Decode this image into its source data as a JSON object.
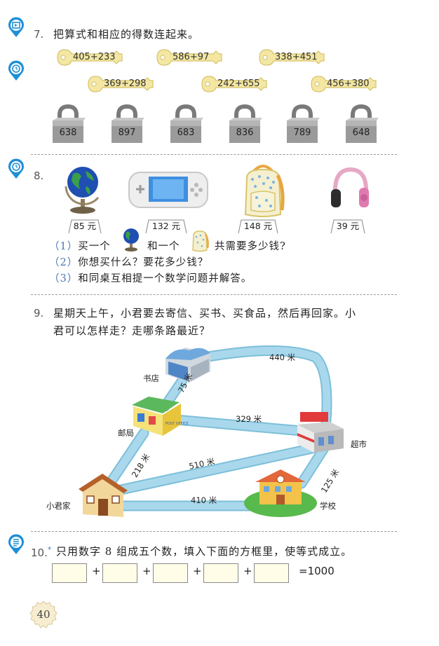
{
  "q7": {
    "number": "7.",
    "text": "把算式和相应的得数连起来。",
    "keys": [
      "405+233",
      "586+97",
      "338+451",
      "369+298",
      "242+655",
      "456+380"
    ],
    "locks": [
      "638",
      "897",
      "683",
      "836",
      "789",
      "648"
    ]
  },
  "q8": {
    "number": "8.",
    "prices": [
      "85 元",
      "132 元",
      "148 元",
      "39 元"
    ],
    "sub1": {
      "num": "（1）",
      "a": "买一个",
      "b": "和一个",
      "c": "共需要多少钱?"
    },
    "sub2": {
      "num": "（2）",
      "text": "你想买什么？要花多少钱？"
    },
    "sub3": {
      "num": "（3）",
      "text": "和同桌互相提一个数学问题并解答。"
    }
  },
  "q9": {
    "number": "9.",
    "line1": "星期天上午，小君要去寄信、买书、买食品，然后再回家。小",
    "line2": "君可以怎样走？走哪条路最近？",
    "places": {
      "bookstore": "书店",
      "post": "邮局",
      "home": "小君家",
      "market": "超市",
      "school": "学校"
    },
    "post_sign": "POST OFFICE",
    "distances": {
      "book_market": "440 米",
      "book_post": "75 米",
      "post_market": "329 米",
      "post_home": "218 米",
      "home_market": "510 米",
      "home_school": "410 米",
      "school_market": "125 米"
    }
  },
  "q10": {
    "number": "10.",
    "star": "*",
    "text": "只用数字 8 组成五个数，填入下面的方框里，使等式成立。",
    "plus": "+",
    "result": "=1000"
  },
  "page_number": "40",
  "colors": {
    "road": "#a9d8ec",
    "road_edge": "#7cbfd9",
    "pin": "#1e8fd6",
    "key": "#f3e7a3",
    "lock": "#8c8c8c"
  }
}
